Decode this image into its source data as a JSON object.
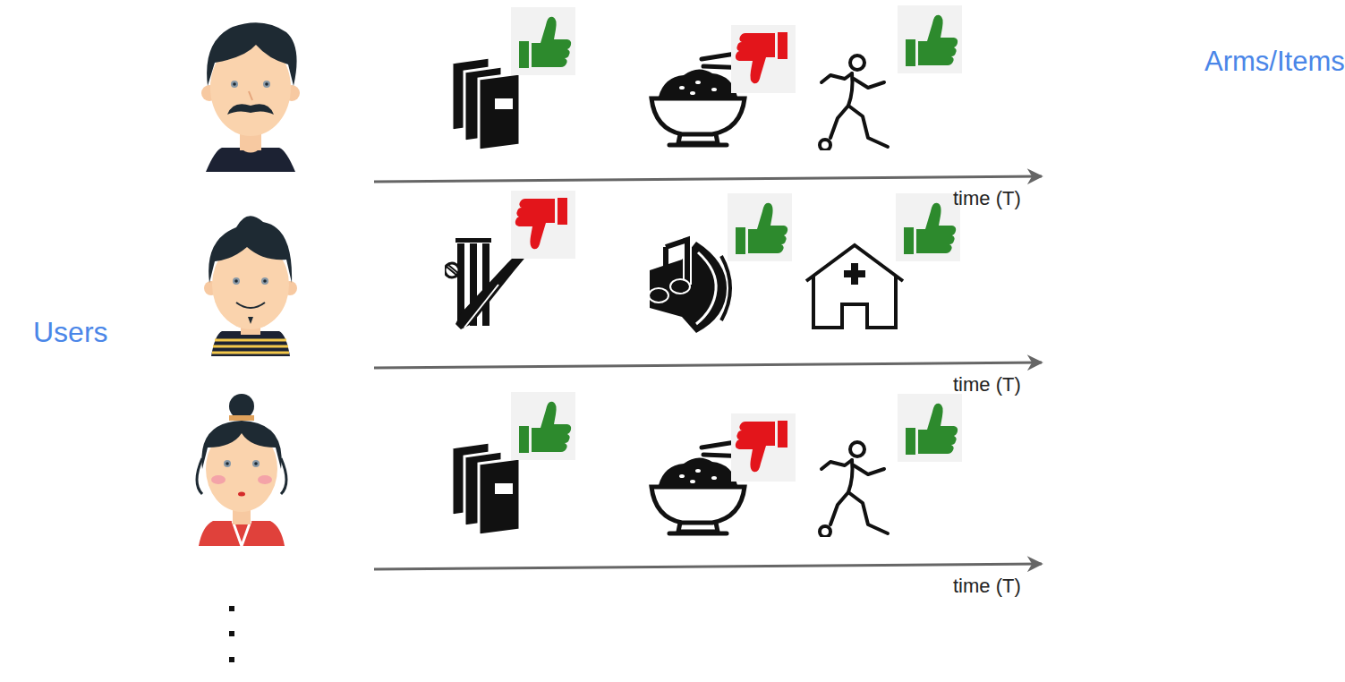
{
  "diagram": {
    "labels": [
      "Arms/Items",
      "Users",
      "time (T)",
      "time (T)",
      "time (T)"
    ]
  }
}
